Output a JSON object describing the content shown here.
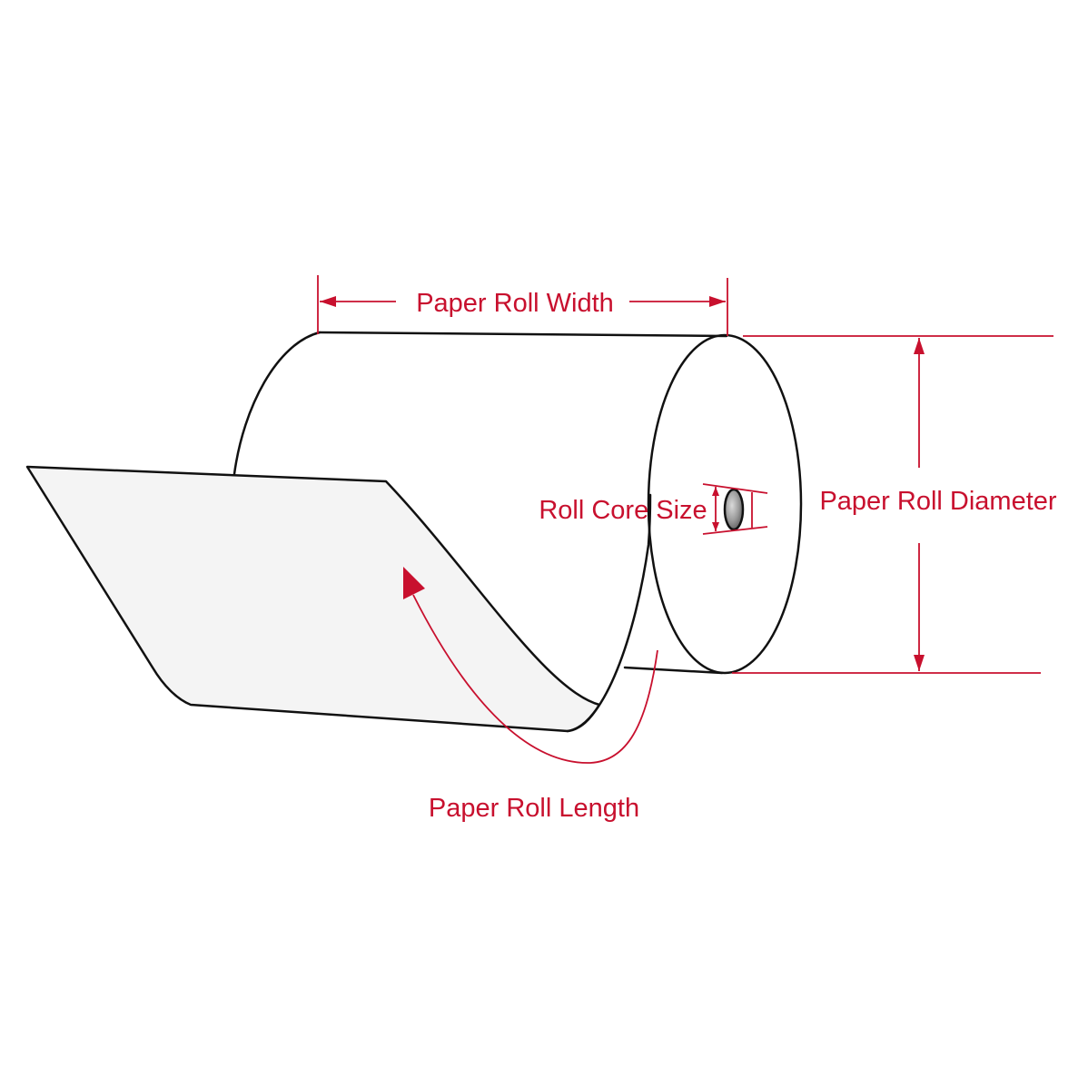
{
  "diagram": {
    "labels": {
      "width": "Paper Roll Width",
      "diameter": "Paper Roll Diameter",
      "core": "Roll Core Size",
      "length": "Paper Roll Length"
    },
    "colors": {
      "accent": "#c8102e",
      "outline": "#111111",
      "sheet_fill": "#f4f4f4",
      "core_fill": "#8a8a8a"
    }
  }
}
